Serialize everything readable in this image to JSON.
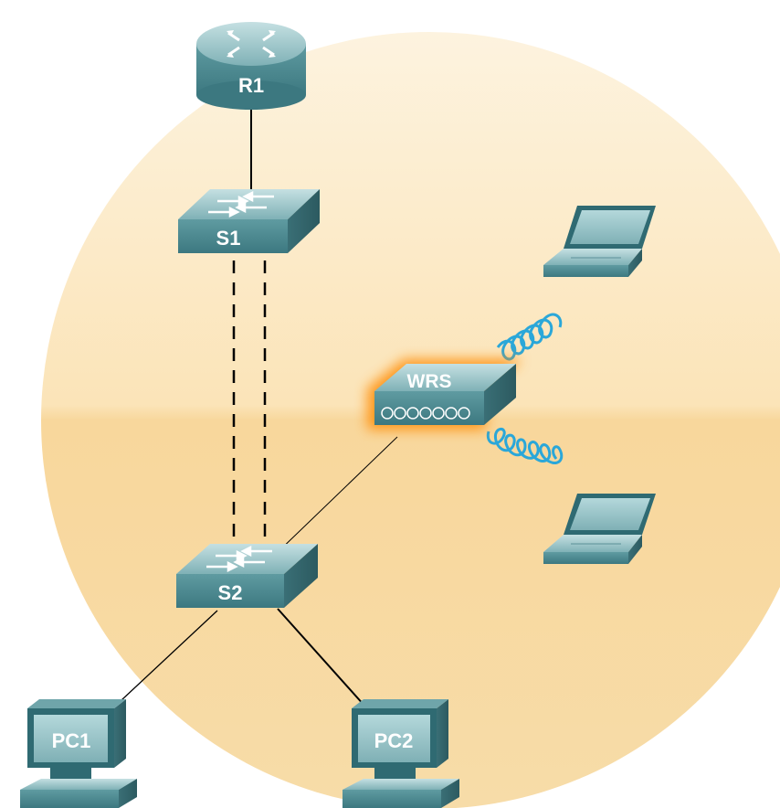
{
  "devices": {
    "router": {
      "label": "R1",
      "icon": "router-icon"
    },
    "switch_top": {
      "label": "S1",
      "icon": "switch-icon"
    },
    "switch_bottom": {
      "label": "S2",
      "icon": "switch-icon"
    },
    "wireless_router": {
      "label": "WRS",
      "icon": "wireless-router-icon",
      "glow": "#ff8a00"
    },
    "pc1": {
      "label": "PC1",
      "icon": "pc-icon"
    },
    "pc2": {
      "label": "PC2",
      "icon": "pc-icon"
    },
    "laptops": [
      {
        "icon": "laptop-icon"
      },
      {
        "icon": "laptop-icon"
      }
    ]
  },
  "colors": {
    "circle_top": "#fdf2dd",
    "circle_bottom": "#f7d79a",
    "device_top": "#8fbcc0",
    "device_side": "#3f7d85",
    "wireless_link": "#2aa7d9"
  }
}
